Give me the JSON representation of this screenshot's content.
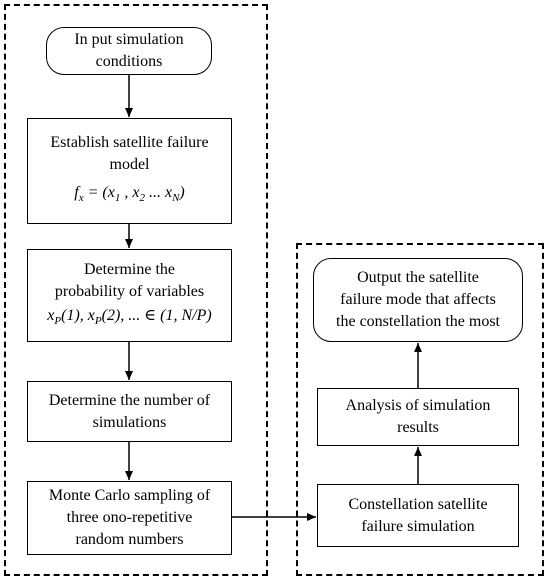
{
  "left_column": {
    "input": {
      "line1": "In put simulation",
      "line2": "conditions"
    },
    "failure_model": {
      "line1": "Establish satellite failure",
      "line2": "model",
      "formula": "f_x = (x_1, x_2 ... x_N)"
    },
    "probability": {
      "line1": "Determine the",
      "line2": "probability of variables",
      "formula": "x_P(1), x_P(2), ... ∈ (1, N/P)"
    },
    "num_simulations": {
      "line1": "Determine the number of",
      "line2": "simulations"
    },
    "monte_carlo": {
      "line1": "Monte Carlo sampling of",
      "line2": "three ono-repetitive",
      "line3": "random numbers"
    }
  },
  "right_column": {
    "output": {
      "line1": "Output the satellite",
      "line2": "failure mode that affects",
      "line3": "the constellation the most"
    },
    "analysis": {
      "line1": "Analysis of simulation",
      "line2": "results"
    },
    "constellation_sim": {
      "line1": "Constellation satellite",
      "line2": "failure simulation"
    }
  }
}
